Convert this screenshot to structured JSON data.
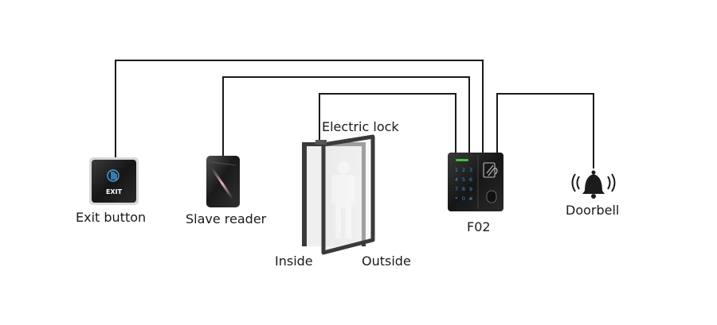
{
  "labels": {
    "exit_button": "Exit button",
    "slave_reader": "Slave reader",
    "electric_lock": "Electric lock",
    "inside": "Inside",
    "outside": "Outside",
    "controller": "F02",
    "doorbell": "Doorbell",
    "exit_button_face": "EXIT"
  },
  "colors": {
    "wire": "#1a1a1a",
    "device_body": "#1c1c1c",
    "exit_glow": "#4aa3e8",
    "keypad_glow": "#3b8fe0",
    "status_led": "#39c43a",
    "door_frame": "#3a3a3a",
    "person_silhouette": "#ffffff"
  },
  "icons": {
    "doorbell": "bell-ringing-icon",
    "exit_hand": "hand-touch-icon"
  },
  "keypad_keys": [
    "1",
    "2",
    "3",
    "4",
    "5",
    "6",
    "7",
    "8",
    "9",
    "*",
    "0",
    "#"
  ]
}
